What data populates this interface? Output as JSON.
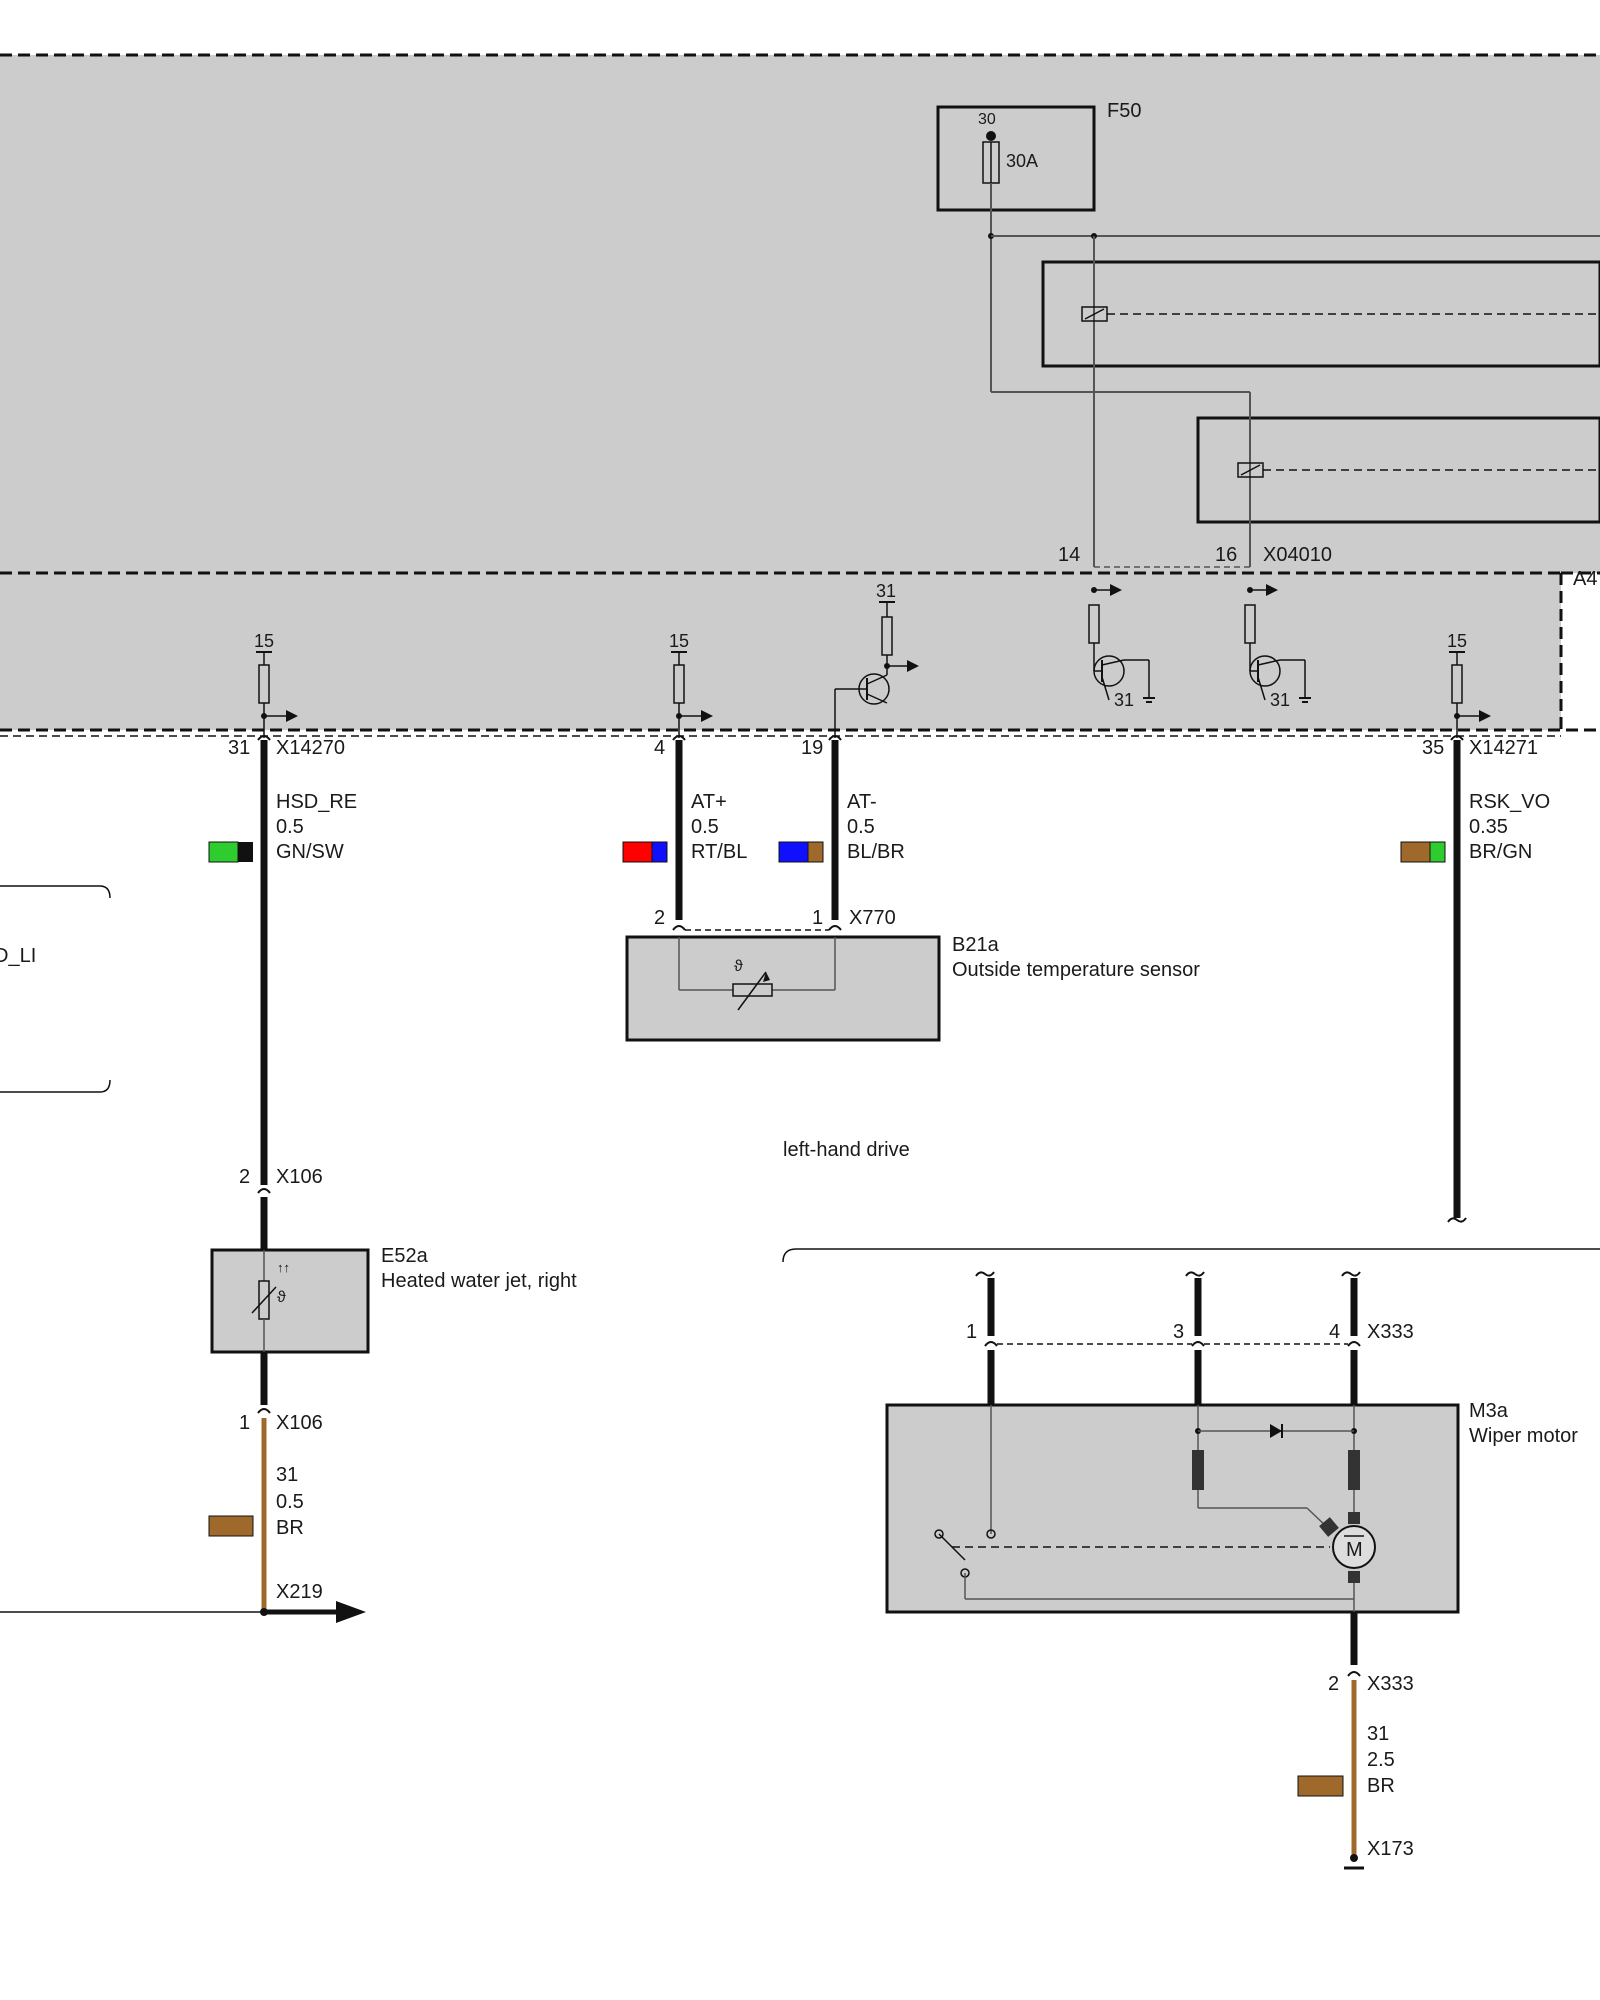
{
  "module": {
    "fuse": {
      "id": "F50",
      "pin": "30",
      "rating": "30A"
    },
    "connector_top": {
      "pin_left": "14",
      "pin_right": "16",
      "id": "X04010"
    },
    "module_id_partial": "A4",
    "supply_15": "15",
    "ground_31": "31"
  },
  "wires": {
    "hsd_re": {
      "pin": "31",
      "connector": "X14270",
      "signal": "HSD_RE",
      "gauge": "0.5",
      "color": "GN/SW"
    },
    "at_plus": {
      "pin": "4",
      "signal": "AT+",
      "gauge": "0.5",
      "color": "RT/BL"
    },
    "at_minus": {
      "pin": "19",
      "signal": "AT-",
      "gauge": "0.5",
      "color": "BL/BR"
    },
    "rsk_vo": {
      "pin": "35",
      "connector": "X14271",
      "signal": "RSK_VO",
      "gauge": "0.35",
      "color": "BR/GN"
    },
    "ground_e52a": {
      "pin_connector": "X106",
      "pin": "1",
      "circuit": "31",
      "gauge": "0.5",
      "color": "BR",
      "end_connector": "X219"
    },
    "ground_m3a": {
      "pin": "2",
      "connector": "X333",
      "circuit": "31",
      "gauge": "2.5",
      "color": "BR",
      "end_connector": "X173"
    }
  },
  "left_partial_label": "D_LI",
  "components": {
    "b21a": {
      "connector": "X770",
      "pin_left": "2",
      "pin_right": "1",
      "id": "B21a",
      "name": "Outside temperature sensor"
    },
    "e52a": {
      "connector": "X106",
      "pin_top": "2",
      "id": "E52a",
      "name": "Heated water jet, right"
    },
    "m3a": {
      "connector": "X333",
      "pins": [
        "1",
        "3",
        "4"
      ],
      "id": "M3a",
      "name": "Wiper motor"
    }
  },
  "notes": {
    "lhd": "left-hand drive"
  },
  "colors": {
    "module_fill": "#cccccc",
    "brown": "#a0692c",
    "green": "#2ecc2e",
    "black": "#111111",
    "red": "#ff0000",
    "blue": "#1010ff"
  }
}
